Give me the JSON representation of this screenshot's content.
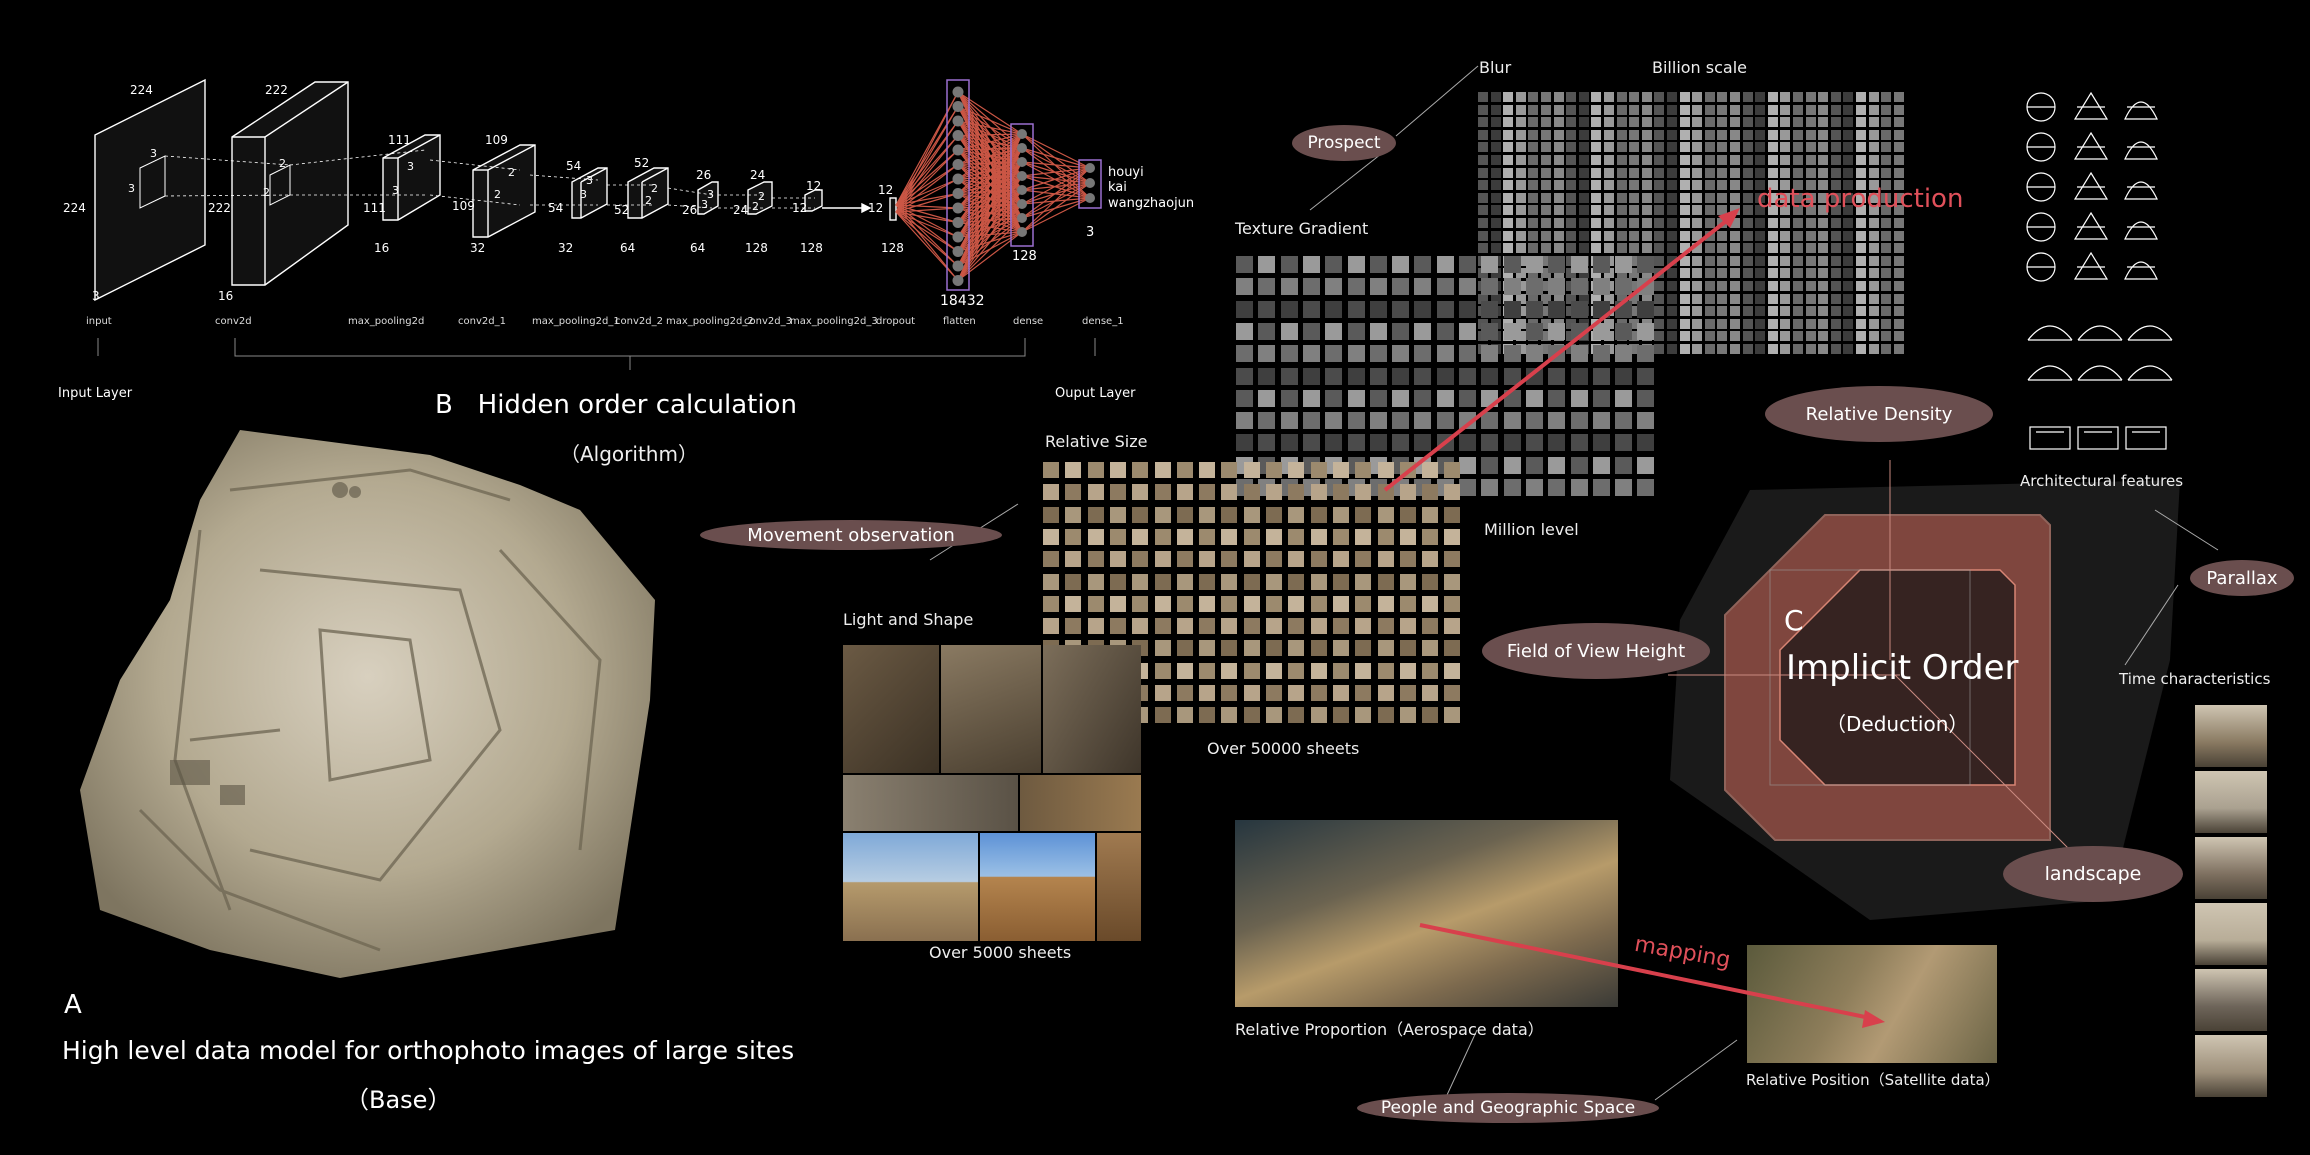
{
  "section_a": {
    "letter": "A",
    "title": "High level data model for orthophoto images of large sites",
    "subtitle": "（Base）"
  },
  "section_b": {
    "letter": "B",
    "title": "Hidden order calculation",
    "subtitle": "（Algorithm）"
  },
  "section_c": {
    "letter": "C",
    "title": "Implicit Order",
    "subtitle": "（Deduction）"
  },
  "network": {
    "input_label": "Input Layer",
    "output_label": "Ouput Layer",
    "layers": [
      {
        "name": "input",
        "dims": [
          "224",
          "224",
          "3"
        ]
      },
      {
        "name": "conv2d",
        "dims": [
          "222",
          "222",
          "16"
        ]
      },
      {
        "name": "max_pooling2d",
        "dims": [
          "111",
          "111",
          "16"
        ]
      },
      {
        "name": "conv2d_1",
        "dims": [
          "109",
          "109",
          "32"
        ]
      },
      {
        "name": "max_pooling2d_1",
        "dims": [
          "54",
          "54",
          "32"
        ]
      },
      {
        "name": "conv2d_2",
        "dims": [
          "52",
          "52",
          "64"
        ]
      },
      {
        "name": "max_pooling2d_2",
        "dims": [
          "26",
          "26",
          "64"
        ]
      },
      {
        "name": "conv2d_3",
        "dims": [
          "24",
          "24",
          "128"
        ]
      },
      {
        "name": "max_pooling2d_3",
        "dims": [
          "12",
          "12",
          "128"
        ]
      },
      {
        "name": "dropout",
        "dims": [
          "12",
          "12",
          "128"
        ]
      },
      {
        "name": "flatten",
        "dims": [
          "18432"
        ]
      },
      {
        "name": "dense",
        "dims": [
          "128"
        ]
      },
      {
        "name": "dense_1",
        "dims": [
          "3"
        ]
      }
    ],
    "kernel_labels": [
      "3",
      "3",
      "2",
      "2",
      "3",
      "3",
      "2",
      "2",
      "3",
      "3",
      "2",
      "2",
      "3",
      "3",
      "2",
      "2"
    ],
    "outputs": [
      "houyi",
      "kai",
      "wangzhaojun"
    ]
  },
  "labels": {
    "blur": "Blur",
    "billion_scale": "Billion scale",
    "prospect": "Prospect",
    "texture_gradient": "Texture Gradient",
    "data_production": "data production",
    "relative_size": "Relative Size",
    "movement_observation": "Movement observation",
    "million_level": "Million level",
    "light_and_shape": "Light and Shape",
    "over_50000": "Over 50000 sheets",
    "over_5000": "Over 5000 sheets",
    "relative_density": "Relative Density",
    "field_of_view_height": "Field of View Height",
    "landscape": "landscape",
    "parallax": "Parallax",
    "architectural_features": "Architectural features",
    "time_characteristics": "Time characteristics",
    "mapping": "mapping",
    "relative_proportion": "Relative Proportion（Aerospace data）",
    "relative_position": "Relative Position（Satellite data）",
    "people_geo": "People and Geographic Space"
  },
  "colors": {
    "accent_red": "#e0505a",
    "pill": "#6a4e4e",
    "octagon": "#d36a5c"
  }
}
